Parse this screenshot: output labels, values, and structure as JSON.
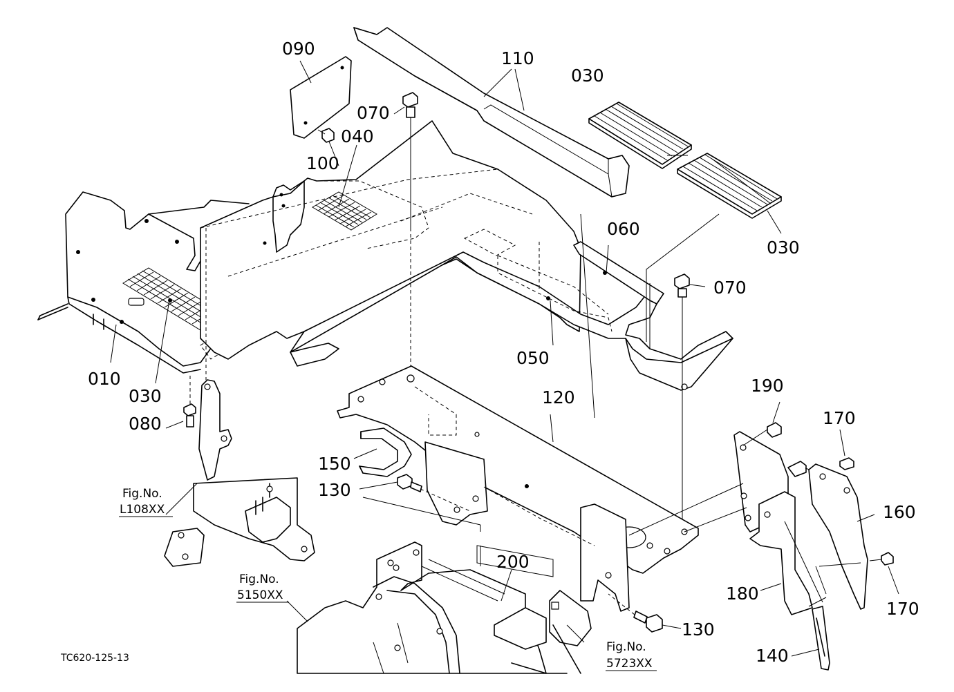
{
  "labels": {
    "p010": "010",
    "p030a": "030",
    "p030b": "030",
    "p030c": "030",
    "p040": "040",
    "p050": "050",
    "p060": "060",
    "p070a": "070",
    "p070b": "070",
    "p080": "080",
    "p090": "090",
    "p100": "100",
    "p110": "110",
    "p120": "120",
    "p130a": "130",
    "p130b": "130",
    "p140": "140",
    "p150": "150",
    "p160": "160",
    "p170a": "170",
    "p170b": "170",
    "p180": "180",
    "p190": "190",
    "p200": "200"
  },
  "references": [
    {
      "prefix": "Fig.No.",
      "number": "L108XX"
    },
    {
      "prefix": "Fig.No.",
      "number": "5150XX"
    },
    {
      "prefix": "Fig.No.",
      "number": "5723XX"
    }
  ],
  "drawing_code": "TC620-125-13"
}
